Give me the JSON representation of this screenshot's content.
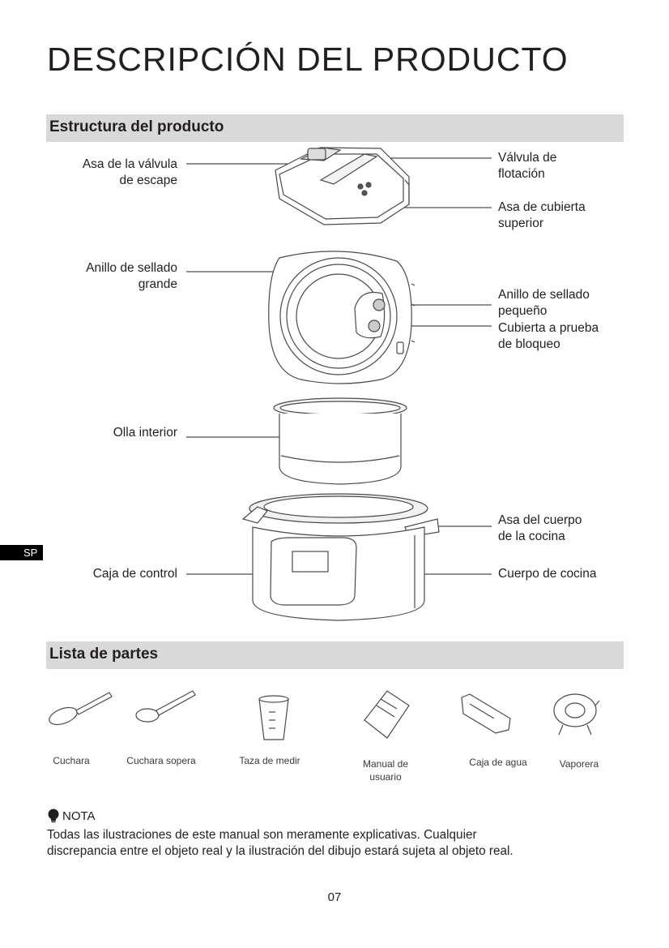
{
  "title": "DESCRIPCIÓN DEL PRODUCTO",
  "sections": {
    "structure": "Estructura del producto",
    "parts": "Lista de partes"
  },
  "side_tab": "SP",
  "callouts": {
    "left": [
      {
        "lines": [
          "Asa de la válvula",
          "de escape"
        ]
      },
      {
        "lines": [
          "Anillo de sellado",
          "grande"
        ]
      },
      {
        "lines": [
          "Olla interior"
        ]
      },
      {
        "lines": [
          "Caja de control"
        ]
      }
    ],
    "right": [
      {
        "lines": [
          "Válvula de",
          "flotación"
        ]
      },
      {
        "lines": [
          "Asa de cubierta",
          "superior"
        ]
      },
      {
        "lines": [
          "Anillo de sellado",
          "pequeño"
        ]
      },
      {
        "lines": [
          "Cubierta a prueba",
          "de bloqueo"
        ]
      },
      {
        "lines": [
          "Asa del cuerpo",
          "de la cocina"
        ]
      },
      {
        "lines": [
          "Cuerpo de cocina"
        ]
      }
    ]
  },
  "parts": [
    {
      "label_lines": [
        "Cuchara"
      ],
      "icon": "rice-spoon-icon"
    },
    {
      "label_lines": [
        "Cuchara sopera"
      ],
      "icon": "soup-ladle-icon"
    },
    {
      "label_lines": [
        "Taza de medir"
      ],
      "icon": "measuring-cup-icon"
    },
    {
      "label_lines": [
        "Manual de",
        "usuario"
      ],
      "icon": "user-manual-icon"
    },
    {
      "label_lines": [
        "Caja de agua"
      ],
      "icon": "water-box-icon"
    },
    {
      "label_lines": [
        "Vaporera"
      ],
      "icon": "steamer-rack-icon"
    }
  ],
  "note": {
    "heading": "NOTA",
    "icon": "lightbulb-icon",
    "lines": [
      "Todas las ilustraciones de este manual son meramente explicativas. Cualquier",
      "discrepancia entre el objeto real y la ilustración del dibujo estará sujeta al objeto real."
    ]
  },
  "page_number": "07"
}
